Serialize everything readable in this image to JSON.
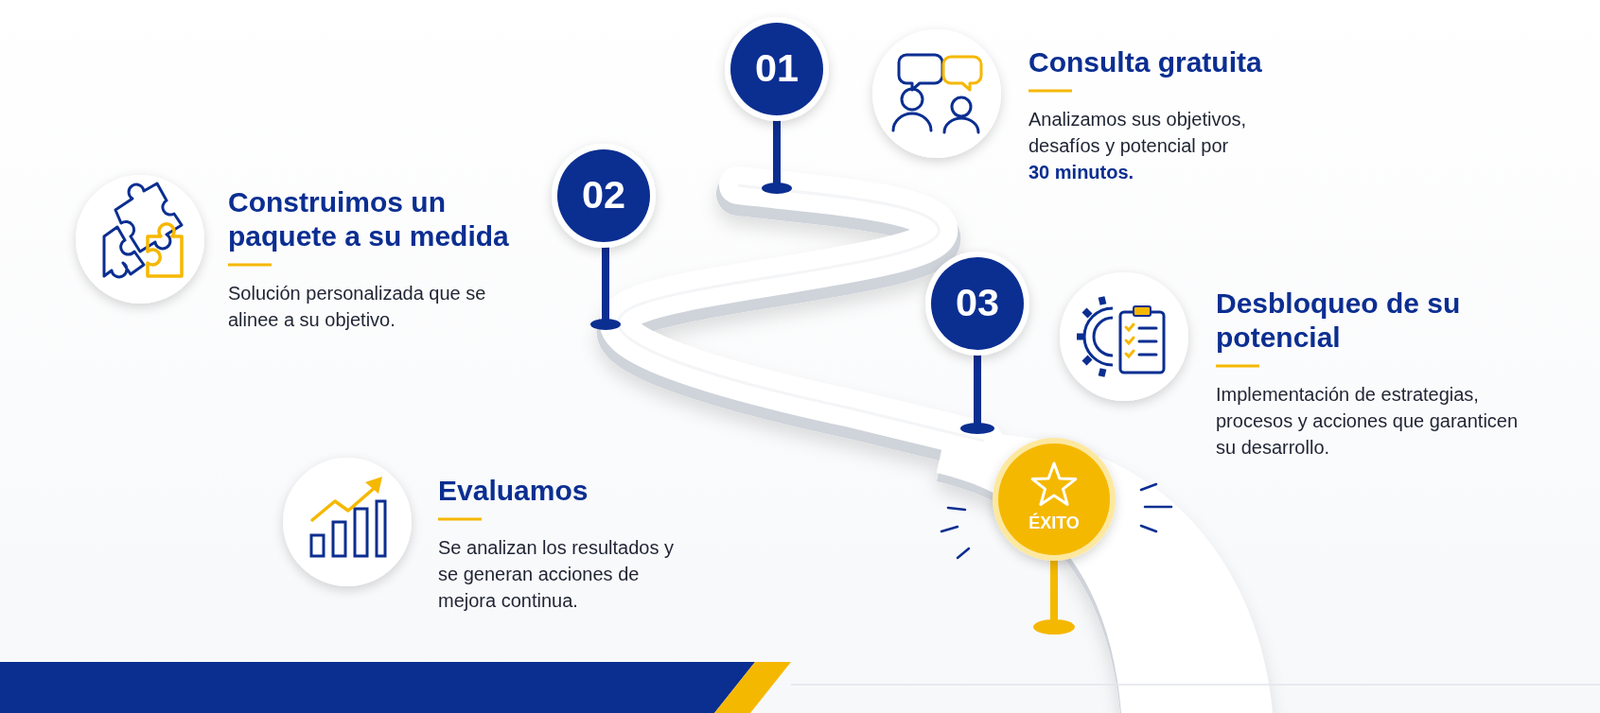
{
  "diagram": {
    "nodes": [
      {
        "text": [
          "01"
        ]
      },
      {
        "text": [
          "02"
        ]
      },
      {
        "text": [
          "03"
        ]
      },
      {
        "text": [
          "ÉXITO"
        ]
      }
    ],
    "labels": [
      "Consulta gratuita",
      "Analizamos sus objetivos, desafíos y potencial por",
      "30 minutos.",
      "Construimos un paquete a su medida",
      "Solución personalizada que se alinee a su objetivo.",
      "Desbloqueo de su potencial",
      "Implementación de estrategias, procesos y acciones que garanticen su desarrollo.",
      "Evaluamos",
      "Se analizan los resultados y se generan acciones de mejora continua."
    ]
  }
}
